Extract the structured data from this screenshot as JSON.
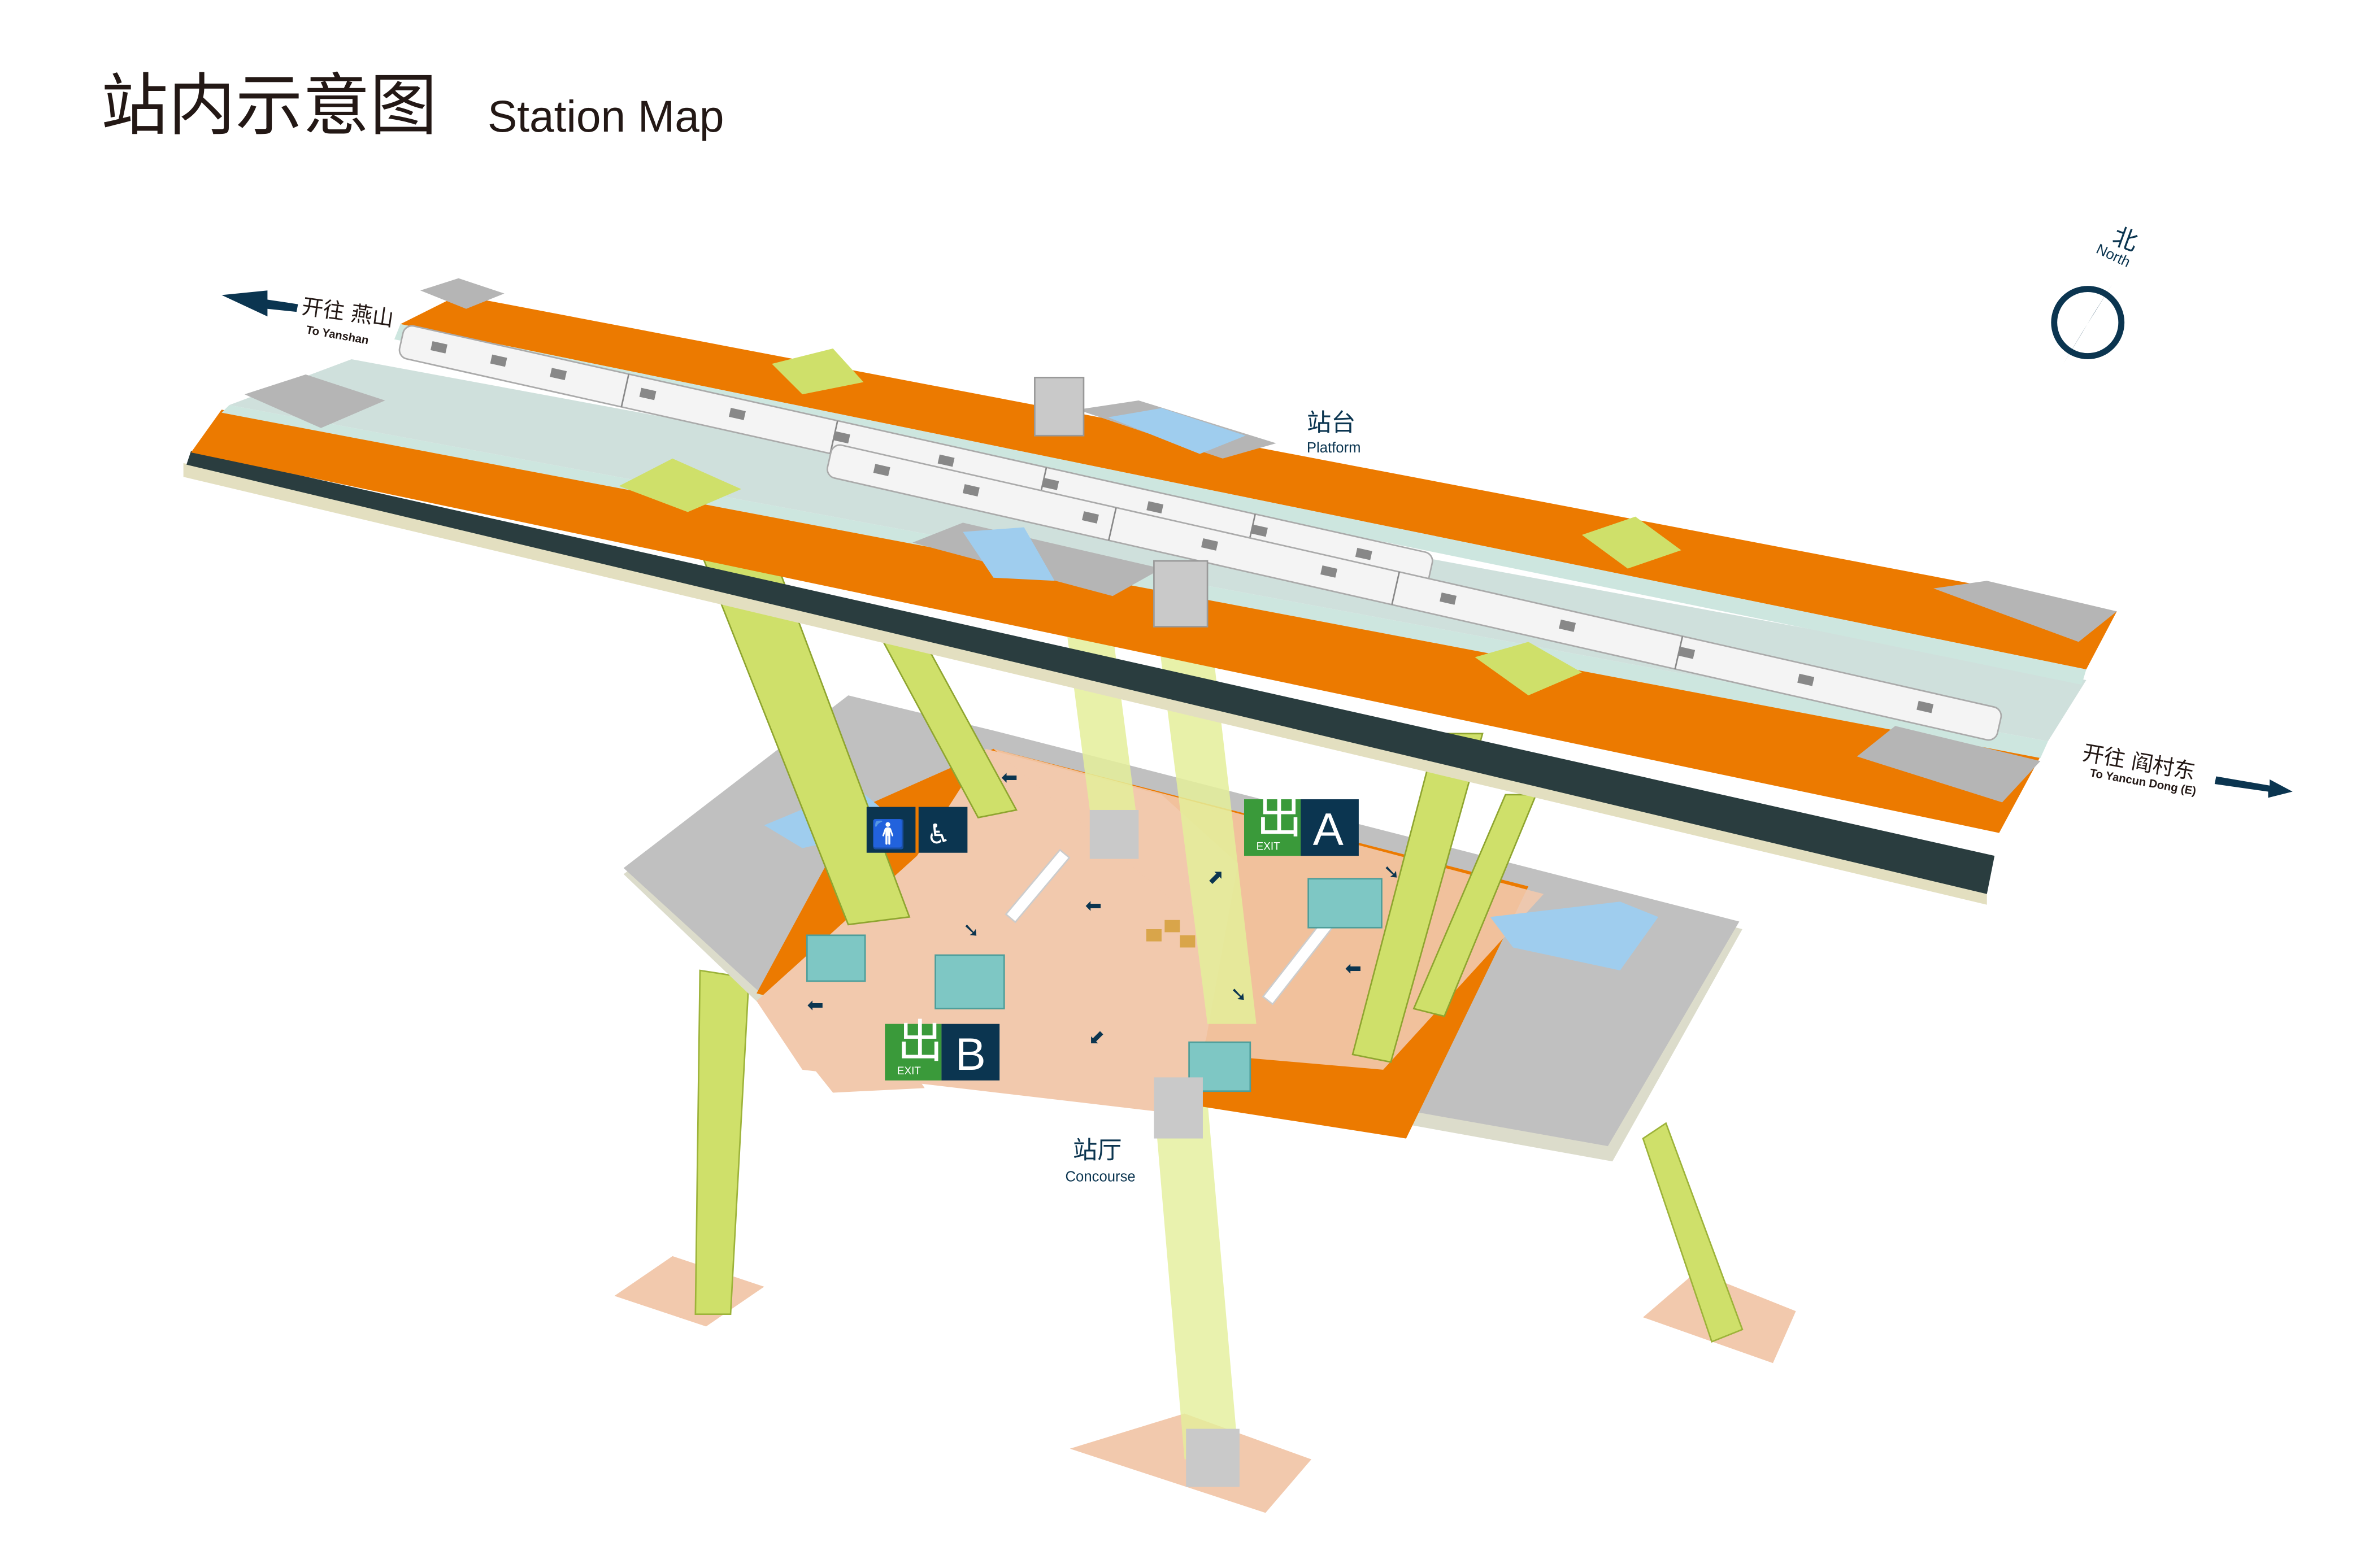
{
  "header": {
    "title_zh": "站内示意图",
    "title_en": "Station Map"
  },
  "compass": {
    "label_zh": "北",
    "label_en": "North"
  },
  "directions": {
    "west": {
      "zh": "开往 燕山",
      "en": "To Yanshan"
    },
    "east": {
      "zh": "开往 阎村东",
      "en": "To Yancun Dong (E)"
    }
  },
  "levels": {
    "platform": {
      "zh": "站台",
      "en": "Platform"
    },
    "concourse": {
      "zh": "站厅",
      "en": "Concourse"
    }
  },
  "exits": [
    {
      "letter": "A",
      "icon_text": "出",
      "sub": "EXIT"
    },
    {
      "letter": "B",
      "icon_text": "出",
      "sub": "EXIT"
    }
  ],
  "facilities": [
    "toilet-icon",
    "accessible-toilet-icon"
  ],
  "colors": {
    "platform": "#ec7a00",
    "concourse": "#f2c9ad",
    "escalator": "#cfe06a",
    "navy": "#0b3550",
    "exit_green": "#3a9a3a",
    "gray": "#b5b5b5"
  }
}
